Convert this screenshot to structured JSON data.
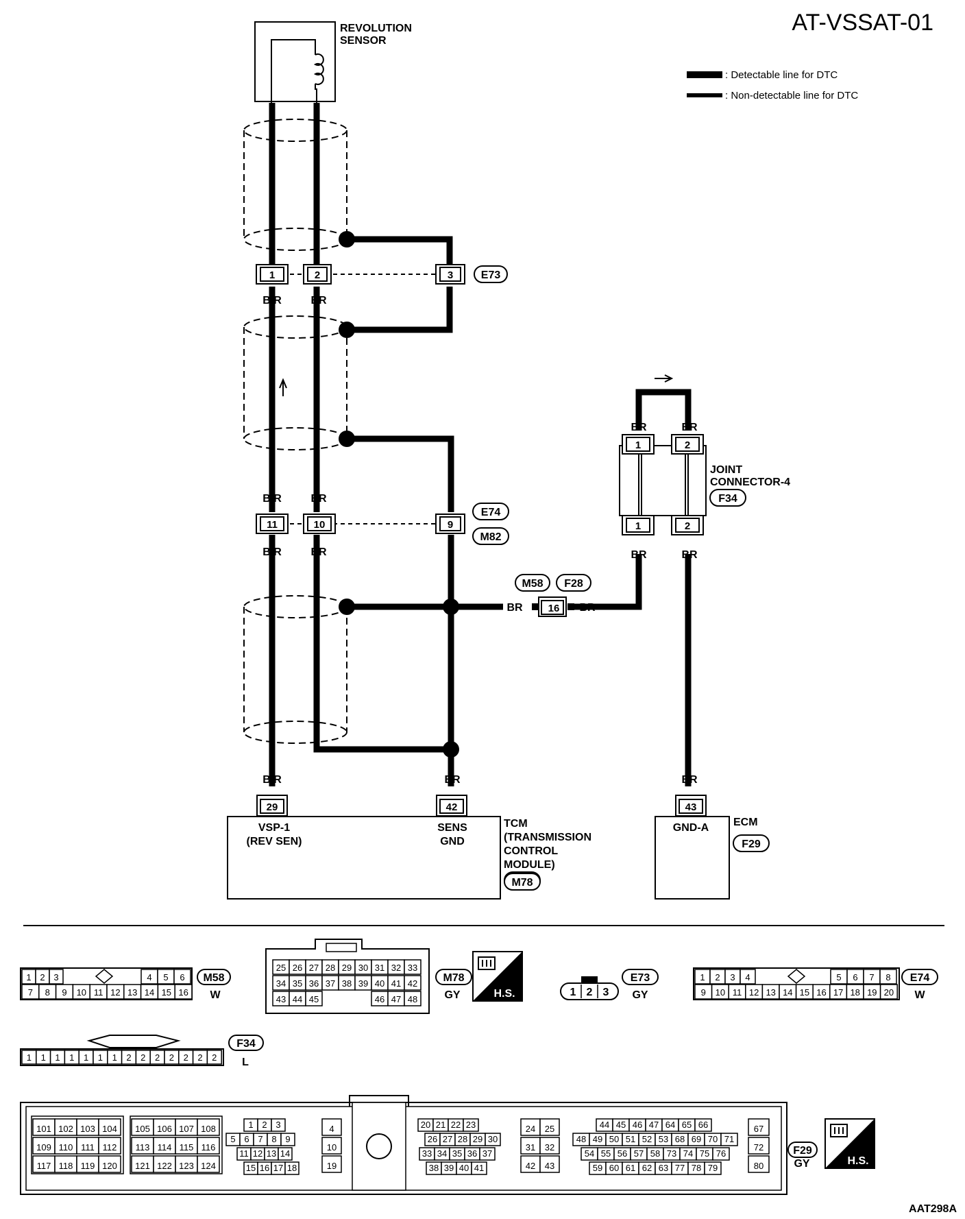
{
  "title": "AT-VSSAT-01",
  "legend": {
    "detectable": ": Detectable line for DTC",
    "non_detectable": ": Non-detectable line for DTC"
  },
  "sensor": {
    "line1": "REVOLUTION",
    "line2": "SENSOR"
  },
  "connectors": {
    "e73": {
      "id": "E73",
      "pins": [
        "1",
        "2",
        "3"
      ],
      "color": "GY"
    },
    "e74": {
      "id": "E74",
      "color": "W"
    },
    "m82": {
      "id": "M82"
    },
    "m58": {
      "id": "M58",
      "color": "W"
    },
    "f28": {
      "id": "F28"
    },
    "f34": {
      "id": "F34",
      "color": "L"
    },
    "m78": {
      "id": "M78",
      "color": "GY"
    },
    "f29": {
      "id": "F29",
      "color": "GY"
    }
  },
  "pins": {
    "p1": "1",
    "p2": "2",
    "p3": "3",
    "p11": "11",
    "p10": "10",
    "p9": "9",
    "p16": "16",
    "p29": "29",
    "p42": "42",
    "p43": "43",
    "jc1": "1",
    "jc2": "2"
  },
  "wires": {
    "br_r": "B/R",
    "br": "BR"
  },
  "joint": {
    "line1": "JOINT",
    "line2": "CONNECTOR-4"
  },
  "tcm": {
    "pin1_l1": "VSP-1",
    "pin1_l2": "(REV SEN)",
    "pin2_l1": "SENS",
    "pin2_l2": "GND",
    "name_l1": "TCM",
    "name_l2": "(TRANSMISSION",
    "name_l3": "CONTROL",
    "name_l4": "MODULE)"
  },
  "ecm": {
    "name": "ECM",
    "pin": "GND-A"
  },
  "hs": "H.S.",
  "m58_face": {
    "row1a": [
      "1",
      "2",
      "3"
    ],
    "row1b": [
      "4",
      "5",
      "6"
    ],
    "row2": [
      "7",
      "8",
      "9",
      "10",
      "11",
      "12",
      "13",
      "14",
      "15",
      "16"
    ]
  },
  "e74_face": {
    "row1a": [
      "1",
      "2",
      "3",
      "4"
    ],
    "row1b": [
      "5",
      "6",
      "7",
      "8"
    ],
    "row2": [
      "9",
      "10",
      "11",
      "12",
      "13",
      "14",
      "15",
      "16",
      "17",
      "18",
      "19",
      "20"
    ]
  },
  "m78_face": {
    "row1": [
      "25",
      "26",
      "27",
      "28",
      "29",
      "30",
      "31",
      "32",
      "33"
    ],
    "row2": [
      "34",
      "35",
      "36",
      "37",
      "38",
      "39",
      "40",
      "41",
      "42"
    ],
    "row3a": [
      "43",
      "44",
      "45"
    ],
    "row3b": [
      "46",
      "47",
      "48"
    ]
  },
  "f34_face": {
    "pins": [
      "1",
      "1",
      "1",
      "1",
      "1",
      "1",
      "1",
      "2",
      "2",
      "2",
      "2",
      "2",
      "2",
      "2"
    ]
  },
  "f29_face": {
    "g1": [
      [
        "101",
        "102",
        "103",
        "104"
      ],
      [
        "109",
        "110",
        "111",
        "112"
      ],
      [
        "117",
        "118",
        "119",
        "120"
      ]
    ],
    "g2": [
      [
        "105",
        "106",
        "107",
        "108"
      ],
      [
        "113",
        "114",
        "115",
        "116"
      ],
      [
        "121",
        "122",
        "123",
        "124"
      ]
    ],
    "g3": [
      [
        "1",
        "2",
        "3"
      ],
      [
        "5",
        "6",
        "7",
        "8",
        "9"
      ],
      [
        "11",
        "12",
        "13",
        "14"
      ],
      [
        "15",
        "16",
        "17",
        "18"
      ]
    ],
    "g4": [
      [
        "4"
      ],
      [
        "10"
      ],
      [
        "19"
      ]
    ],
    "g5": [
      [
        "20",
        "21",
        "22",
        "23"
      ],
      [
        "26",
        "27",
        "28",
        "29",
        "30"
      ],
      [
        "33",
        "34",
        "35",
        "36",
        "37"
      ],
      [
        "38",
        "39",
        "40",
        "41"
      ]
    ],
    "g6": [
      [
        "24",
        "25"
      ],
      [
        "31",
        "32"
      ],
      [
        "42",
        "43"
      ]
    ],
    "g7": [
      [
        "44",
        "45",
        "46",
        "47",
        "64",
        "65",
        "66"
      ],
      [
        "48",
        "49",
        "50",
        "51",
        "52",
        "53",
        "68",
        "69",
        "70",
        "71"
      ],
      [
        "54",
        "55",
        "56",
        "57",
        "58",
        "73",
        "74",
        "75",
        "76"
      ],
      [
        "59",
        "60",
        "61",
        "62",
        "63",
        "77",
        "78",
        "79"
      ]
    ],
    "g8": [
      [
        "67"
      ],
      [
        "72"
      ],
      [
        "80"
      ]
    ]
  },
  "footer": "AAT298A"
}
